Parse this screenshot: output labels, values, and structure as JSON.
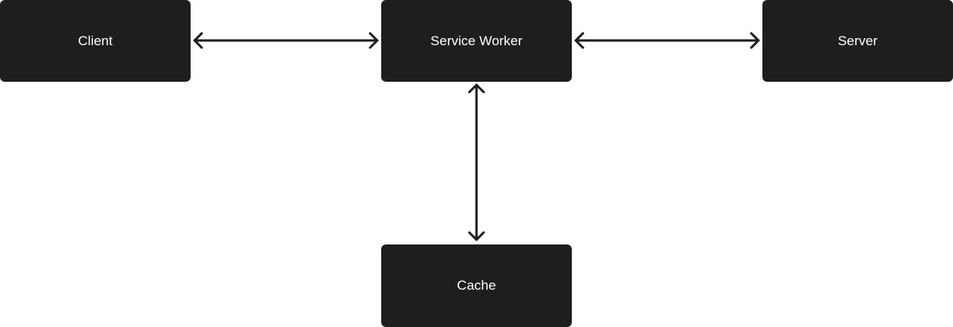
{
  "diagram": {
    "nodes": {
      "client": "Client",
      "service_worker": "Service Worker",
      "server": "Server",
      "cache": "Cache"
    },
    "edges": [
      {
        "from": "Client",
        "to": "Service Worker",
        "direction": "bidirectional"
      },
      {
        "from": "Service Worker",
        "to": "Server",
        "direction": "bidirectional"
      },
      {
        "from": "Service Worker",
        "to": "Cache",
        "direction": "bidirectional"
      }
    ],
    "colors": {
      "node_fill": "#1e1e1e",
      "node_text": "#ffffff",
      "arrow": "#1e1e1e",
      "background": "#ffffff"
    }
  }
}
